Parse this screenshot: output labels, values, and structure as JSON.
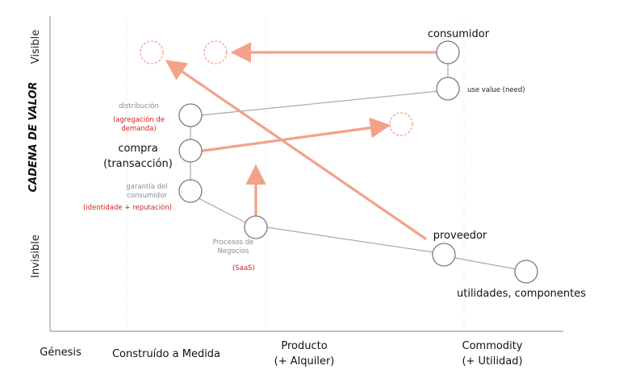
{
  "colors": {
    "axis": "#9e9e9e",
    "link": "#a8a8a8",
    "node_stroke": "#7a7a7a",
    "arrow": "#f4a189",
    "red_text": "#d61f1f",
    "grey_text": "#8c8c8c",
    "dark_text": "#111111"
  },
  "axes": {
    "y_title": "CADENA DE VALOR",
    "y_top": "Visible",
    "y_bottom": "Invisible",
    "x_stages": [
      "Génesis",
      "Construído a Medida",
      "Producto\n(+ Alquiler)",
      "Commodity\n(+ Utilidad)"
    ]
  },
  "nodes": {
    "consumidor": "consumidor",
    "use_value": "use value (need)",
    "distribucion": "distribución",
    "distribucion_note": "(agregación de\ndemanda)",
    "compra": "compra\n(transacción)",
    "garantia": "garantía del\nconsumidor",
    "garantia_note": "(identidade + reputación)",
    "procesos": "Procesos de\nNegocios",
    "procesos_note": "(SaaS)",
    "proveedor": "proveedor",
    "utilidades": "utilidades, componentes"
  }
}
